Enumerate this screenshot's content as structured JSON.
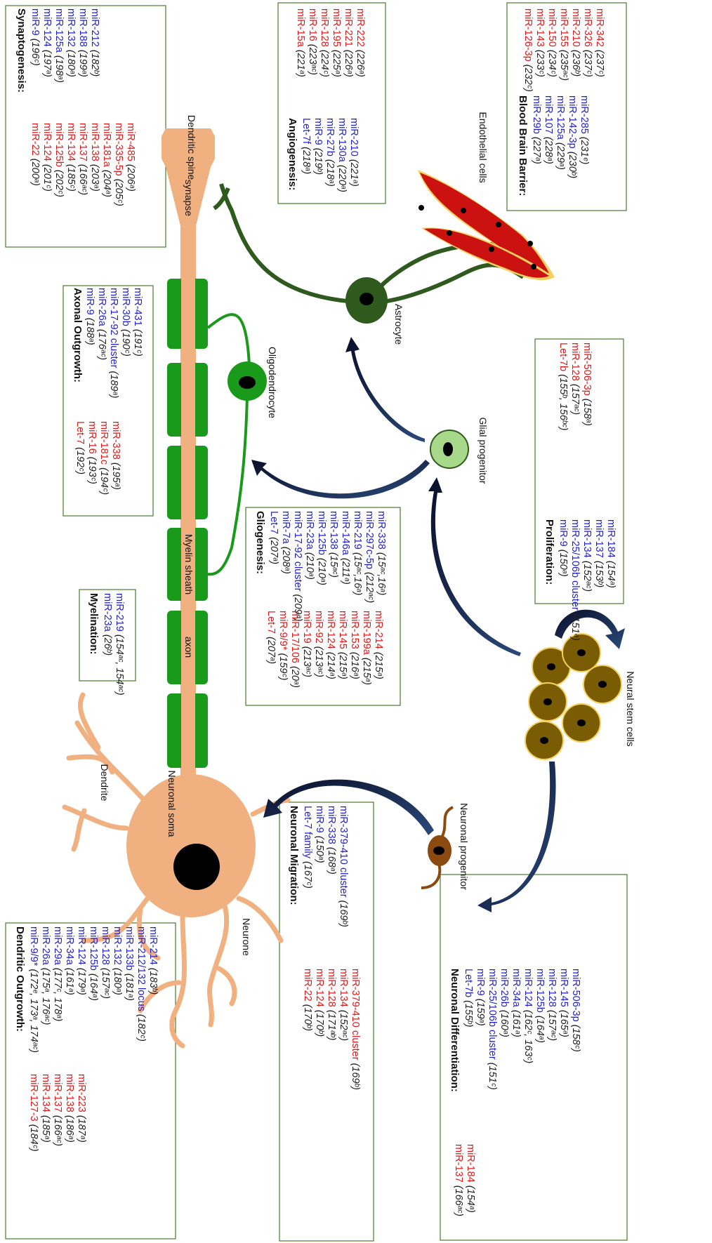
{
  "colors": {
    "promote": "#1f1fcc",
    "inhibit": "#e01818",
    "neuron": "#f0b080",
    "myelin": "#1a9a1a",
    "glia": "#2f5a1e",
    "stem": "#7a5c05",
    "endothelial": "#cc1111"
  },
  "labels": {
    "dendritic_spine": "Dendritic spine",
    "synapse": "synapse",
    "axon": "axon",
    "myelin_sheath": "Myelin sheath",
    "neuronal_soma": "Neuronal soma",
    "dendrite": "Dendrite",
    "neurone": "Neurone",
    "oligodendrocyte": "Oligodendrocyte",
    "astrocyte": "Astrocyte",
    "endothelial_cells": "Endothelial cells",
    "glial_progenitor": "Glial progenitor",
    "neural_stem_cells": "Neural stem cells",
    "neuronal_progenitor": "Neuronal progenitor"
  },
  "boxes": {
    "synaptogenesis": {
      "title": "Synaptogenesis:",
      "blue": [
        [
          "miR-9",
          "(196ᶜ)"
        ],
        [
          "miR-124",
          "(197ᵃ)"
        ],
        [
          "miR-125a",
          "(198ᵃ)"
        ],
        [
          "miR-132",
          "(180ᵃ)"
        ],
        [
          "miR-188",
          "(199ᵃ)"
        ],
        [
          "miR-212",
          "(182ᵇ)"
        ]
      ],
      "red": [
        [
          "miR-22",
          "(200ᵃ)"
        ],
        [
          "miR-124",
          "(201ᶜ)"
        ],
        [
          "miR-125b",
          "(202ᶜ)"
        ],
        [
          "miR-134",
          "(185ᶜ)"
        ],
        [
          "miR-137",
          "(166ᵃᶜ)"
        ],
        [
          "miR-138",
          "(203ᵃ)"
        ],
        [
          "miR-181a",
          "(204ᵃ)"
        ],
        [
          "miR-335-5p",
          "(205ᶜ)"
        ],
        [
          "miR-485",
          "(206ᵃ)"
        ]
      ]
    },
    "angiogenesis": {
      "title": "Angiogenesis:",
      "blue": [
        [
          "Let-7f",
          "(218ᵃ)"
        ],
        [
          "miR-9",
          "(219ᵇ)"
        ],
        [
          "miR-27b",
          "(218ᵃ)"
        ],
        [
          "miR-130a",
          "(220ᵃ)"
        ],
        [
          "miR-210",
          "(221ᵃ)"
        ]
      ],
      "red": [
        [
          "miR-15a",
          "(221ᵃ)"
        ],
        [
          "miR-16",
          "(223ᵃᶜ)"
        ],
        [
          "miR-128",
          "(224ᶜ)"
        ],
        [
          "miR-195",
          "(225ᵃ)"
        ],
        [
          "miR-221",
          "(226ᵃ)"
        ],
        [
          "miR-222",
          "(226ᵃ)"
        ]
      ]
    },
    "bbb": {
      "title": "Blood Brain Barrier:",
      "blue": [
        [
          "miR-29b",
          "(227ᵃ)"
        ],
        [
          "miR-107",
          "(228ᵃ)"
        ],
        [
          "miR-125a",
          "(229ᵃ)"
        ],
        [
          "miR-142-3p",
          "(230ᵇ)"
        ],
        [
          "miR-285",
          "(231ᵉ)"
        ]
      ],
      "red": [
        [
          "miR-126-3p",
          "(232ᶜ)"
        ],
        [
          "miR-143",
          "(233ᶜ)"
        ],
        [
          "miR-150",
          "(234ᶜ)"
        ],
        [
          "miR-155",
          "(235ᵃᶜ)"
        ],
        [
          "miR-210",
          "(236ᵇ)"
        ],
        [
          "miR-326",
          "(237ᶜ)"
        ],
        [
          "miR-342",
          "(237ᶜ)"
        ]
      ]
    },
    "axonal": {
      "title": "Axonal Outgrowth:",
      "blue": [
        [
          "miR-9",
          "(188ᵃ)"
        ],
        [
          "miR-26a",
          "(176ᵃᶜ)"
        ],
        [
          "miR-17-92 cluster",
          "(189ᵃ)"
        ],
        [
          "miR-30b",
          "(190ᶜ)"
        ],
        [
          "miR-431",
          "(191ᶜ)"
        ]
      ],
      "red": [
        [
          "Let-7",
          "(192ᶜ)"
        ],
        [
          "miR-16",
          "(193ᶜ)"
        ],
        [
          "miR-181c",
          "(194ᶜ)"
        ],
        [
          "miR-338",
          "(195ᵃ)"
        ]
      ]
    },
    "myelination": {
      "title": "Myelination:",
      "blue": [
        [
          "miR-23a",
          "(26ᵇ)"
        ],
        [
          "miR-219",
          "(154ᵃᶜ, 154ᵃᶜ)"
        ]
      ],
      "red": []
    },
    "gliogenesis": {
      "title": "Gliogenesis:",
      "blue": [
        [
          "Let-7",
          "(207ᵃ)"
        ],
        [
          "miR-7a",
          "(208ᵃ)"
        ],
        [
          "miR-17-92 cluster",
          "(209ᵃ)"
        ],
        [
          "miR-23a",
          "(210ᵃ)"
        ],
        [
          "miR-125b",
          "(210ᵃ)"
        ],
        [
          "miR-138",
          "(15ᵃᶜ)"
        ],
        [
          "miR-146a",
          "(211ᵃ)"
        ],
        [
          "miR-219",
          "(15ᵃᶜ,16ᵃ)"
        ],
        [
          "miR-297c-5p",
          "(212ᵃᶜ)"
        ],
        [
          "miR-338",
          "(15ᵃᶜ,16ᵃ)"
        ]
      ],
      "red": [
        [
          "Let-7",
          "(207ᵃ)"
        ],
        [
          "miR-9/9*",
          "(159ᶜ)"
        ],
        [
          "miR-17/106",
          "(20ᵃ)"
        ],
        [
          "miR-19",
          "(213ᵃᶜ)"
        ],
        [
          "miR-92",
          "(213ᵃᶜ)"
        ],
        [
          "miR-124",
          "(214ᵃ)"
        ],
        [
          "miR-145",
          "(215ᵃ)"
        ],
        [
          "miR-153",
          "(216ᵃ)"
        ],
        [
          "miR-199a",
          "(215ᵃ)"
        ],
        [
          "miR-214",
          "(215ᵃ)"
        ]
      ]
    },
    "proliferation": {
      "title": "Proliferation:",
      "blue": [
        [
          "miR-9",
          "(150ᵃ)"
        ],
        [
          "miR-25/106b cluster",
          "(151ᵃ)"
        ],
        [
          "miR-134",
          "(152ᵃᶜ)"
        ],
        [
          "miR-137",
          "(153ᵇ)"
        ],
        [
          "miR-184",
          "(154ᵃ)"
        ]
      ],
      "red": [
        [
          "Let-7b",
          "(155ᵇ, 156ᵇᶜ)"
        ],
        [
          "miR-128",
          "(157ᵃᶜ)"
        ],
        [
          "miR-506-3p",
          "(158ᵃ)"
        ]
      ]
    },
    "dendritic": {
      "title": "Dendritic Outgrowth:",
      "blue": [
        [
          "miR-9/9*",
          "(172ᵉ, 173ᵃ, 174ᵃᶜ)"
        ],
        [
          "miR-26a",
          "(175ᵃ, 176ᵃᶜ)"
        ],
        [
          "miR-29a",
          "(177ᶜ, 178ᵃ)"
        ],
        [
          "miR-34a",
          "(161ᵃ)"
        ],
        [
          "miR-124",
          "(179ᵃ)"
        ],
        [
          "miR-125b",
          "(164ᵃ)"
        ],
        [
          "miR-128",
          "(157ᵃᶜ)"
        ],
        [
          "miR-132",
          "(180ᵃ)"
        ],
        [
          "miR-133b",
          "(181ᵃ)"
        ],
        [
          "miR-212/132 locus",
          "(182ᶜ)"
        ],
        [
          "miR-214",
          "(183ᵇ)"
        ]
      ],
      "red": [
        [
          "miR-127-3",
          "(184ᶜ)"
        ],
        [
          "miR-134",
          "(185ᵃ)"
        ],
        [
          "miR-137",
          "(166ᵃᶜ)"
        ],
        [
          "miR-138",
          "(186ᵃ)"
        ],
        [
          "miR-223",
          "(187ᵃ)"
        ]
      ]
    },
    "migration": {
      "title": "Neuronal Migration:",
      "blue": [
        [
          "Let-7 family",
          "(167ᶜ)"
        ],
        [
          "miR-9",
          "(150ᵃ)"
        ],
        [
          "miR-338",
          "(168ᵃ)"
        ],
        [
          "miR-379-410 cluster",
          "(169ᵇ)"
        ]
      ],
      "red": [
        [
          "miR-22",
          "(170ᵇ)"
        ],
        [
          "miR-124",
          "(170ᵇ)"
        ],
        [
          "miR-128",
          "(171ᵃᵇ)"
        ],
        [
          "miR-134",
          "(152ᵃᶜ)"
        ],
        [
          "miR-379-410 cluster",
          "(169ᵇ)"
        ]
      ]
    },
    "differentiation": {
      "title": "Neuronal Differentiation:",
      "blue": [
        [
          "Let-7b",
          "(155ᵇ)"
        ],
        [
          "miR-9",
          "(159ᵃ)"
        ],
        [
          "miR-25/106b cluster",
          "(151ᶜ)"
        ],
        [
          "miR-26b",
          "(160ᵃ)"
        ],
        [
          "miR-34a",
          "(161ᵃ)"
        ],
        [
          "miR-124",
          "(162ᶜ, 163ᶜ)"
        ],
        [
          "miR-125b",
          "(164ᵃ)"
        ],
        [
          "miR-128",
          "(157ᵃᶜ)"
        ],
        [
          "miR-145",
          "(165ᵃ)"
        ],
        [
          "miR-506-3p",
          "(158ᶜ)"
        ]
      ],
      "red": [
        [
          "miR-137",
          "(166ᵃᶜ)"
        ],
        [
          "miR-184",
          "(154ᵃ)"
        ]
      ]
    }
  }
}
